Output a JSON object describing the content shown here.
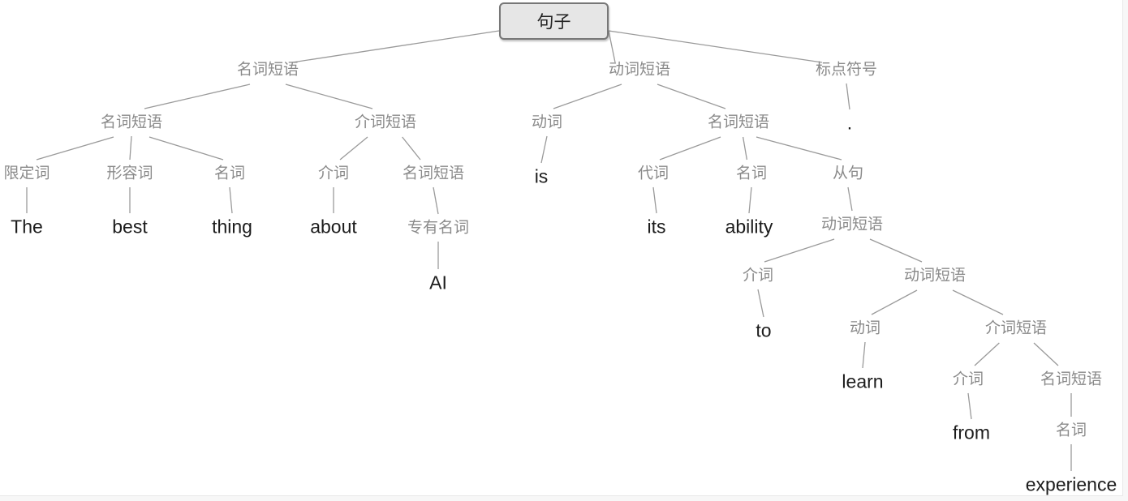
{
  "tree": {
    "root": "句子",
    "nodes": [
      {
        "id": "np1",
        "label": "名词短语",
        "kind": "cat"
      },
      {
        "id": "vp1",
        "label": "动词短语",
        "kind": "cat"
      },
      {
        "id": "punct",
        "label": "标点符号",
        "kind": "cat"
      },
      {
        "id": "np2",
        "label": "名词短语",
        "kind": "cat"
      },
      {
        "id": "pp1",
        "label": "介词短语",
        "kind": "cat"
      },
      {
        "id": "v1",
        "label": "动词",
        "kind": "cat"
      },
      {
        "id": "np3",
        "label": "名词短语",
        "kind": "cat"
      },
      {
        "id": "dot",
        "label": ".",
        "kind": "word"
      },
      {
        "id": "det",
        "label": "限定词",
        "kind": "cat"
      },
      {
        "id": "adj",
        "label": "形容词",
        "kind": "cat"
      },
      {
        "id": "n1",
        "label": "名词",
        "kind": "cat"
      },
      {
        "id": "p1",
        "label": "介词",
        "kind": "cat"
      },
      {
        "id": "np4",
        "label": "名词短语",
        "kind": "cat"
      },
      {
        "id": "w_is",
        "label": "is",
        "kind": "word"
      },
      {
        "id": "pron",
        "label": "代词",
        "kind": "cat"
      },
      {
        "id": "n2",
        "label": "名词",
        "kind": "cat"
      },
      {
        "id": "clause",
        "label": "从句",
        "kind": "cat"
      },
      {
        "id": "w_the",
        "label": "The",
        "kind": "word"
      },
      {
        "id": "w_best",
        "label": "best",
        "kind": "word"
      },
      {
        "id": "w_thing",
        "label": "thing",
        "kind": "word"
      },
      {
        "id": "w_about",
        "label": "about",
        "kind": "word"
      },
      {
        "id": "propn",
        "label": "专有名词",
        "kind": "cat"
      },
      {
        "id": "w_its",
        "label": "its",
        "kind": "word"
      },
      {
        "id": "w_ability",
        "label": "ability",
        "kind": "word"
      },
      {
        "id": "vp2",
        "label": "动词短语",
        "kind": "cat"
      },
      {
        "id": "w_ai",
        "label": "AI",
        "kind": "word"
      },
      {
        "id": "p2",
        "label": "介词",
        "kind": "cat"
      },
      {
        "id": "vp3",
        "label": "动词短语",
        "kind": "cat"
      },
      {
        "id": "w_to",
        "label": "to",
        "kind": "word"
      },
      {
        "id": "v2",
        "label": "动词",
        "kind": "cat"
      },
      {
        "id": "pp2",
        "label": "介词短语",
        "kind": "cat"
      },
      {
        "id": "w_learn",
        "label": "learn",
        "kind": "word"
      },
      {
        "id": "p3",
        "label": "介词",
        "kind": "cat"
      },
      {
        "id": "np5",
        "label": "名词短语",
        "kind": "cat"
      },
      {
        "id": "w_from",
        "label": "from",
        "kind": "word"
      },
      {
        "id": "n3",
        "label": "名词",
        "kind": "cat"
      },
      {
        "id": "w_experience",
        "label": "experience",
        "kind": "word"
      }
    ],
    "edges": [
      [
        "root",
        "np1"
      ],
      [
        "root",
        "vp1"
      ],
      [
        "root",
        "punct"
      ],
      [
        "np1",
        "np2"
      ],
      [
        "np1",
        "pp1"
      ],
      [
        "vp1",
        "v1"
      ],
      [
        "vp1",
        "np3"
      ],
      [
        "punct",
        "dot"
      ],
      [
        "np2",
        "det"
      ],
      [
        "np2",
        "adj"
      ],
      [
        "np2",
        "n1"
      ],
      [
        "pp1",
        "p1"
      ],
      [
        "pp1",
        "np4"
      ],
      [
        "v1",
        "w_is"
      ],
      [
        "np3",
        "pron"
      ],
      [
        "np3",
        "n2"
      ],
      [
        "np3",
        "clause"
      ],
      [
        "det",
        "w_the"
      ],
      [
        "adj",
        "w_best"
      ],
      [
        "n1",
        "w_thing"
      ],
      [
        "p1",
        "w_about"
      ],
      [
        "np4",
        "propn"
      ],
      [
        "propn",
        "w_ai"
      ],
      [
        "pron",
        "w_its"
      ],
      [
        "n2",
        "w_ability"
      ],
      [
        "clause",
        "vp2"
      ],
      [
        "vp2",
        "p2"
      ],
      [
        "vp2",
        "vp3"
      ],
      [
        "p2",
        "w_to"
      ],
      [
        "vp3",
        "v2"
      ],
      [
        "vp3",
        "pp2"
      ],
      [
        "v2",
        "w_learn"
      ],
      [
        "pp2",
        "p3"
      ],
      [
        "pp2",
        "np5"
      ],
      [
        "p3",
        "w_from"
      ],
      [
        "np5",
        "n3"
      ],
      [
        "n3",
        "w_experience"
      ]
    ]
  }
}
